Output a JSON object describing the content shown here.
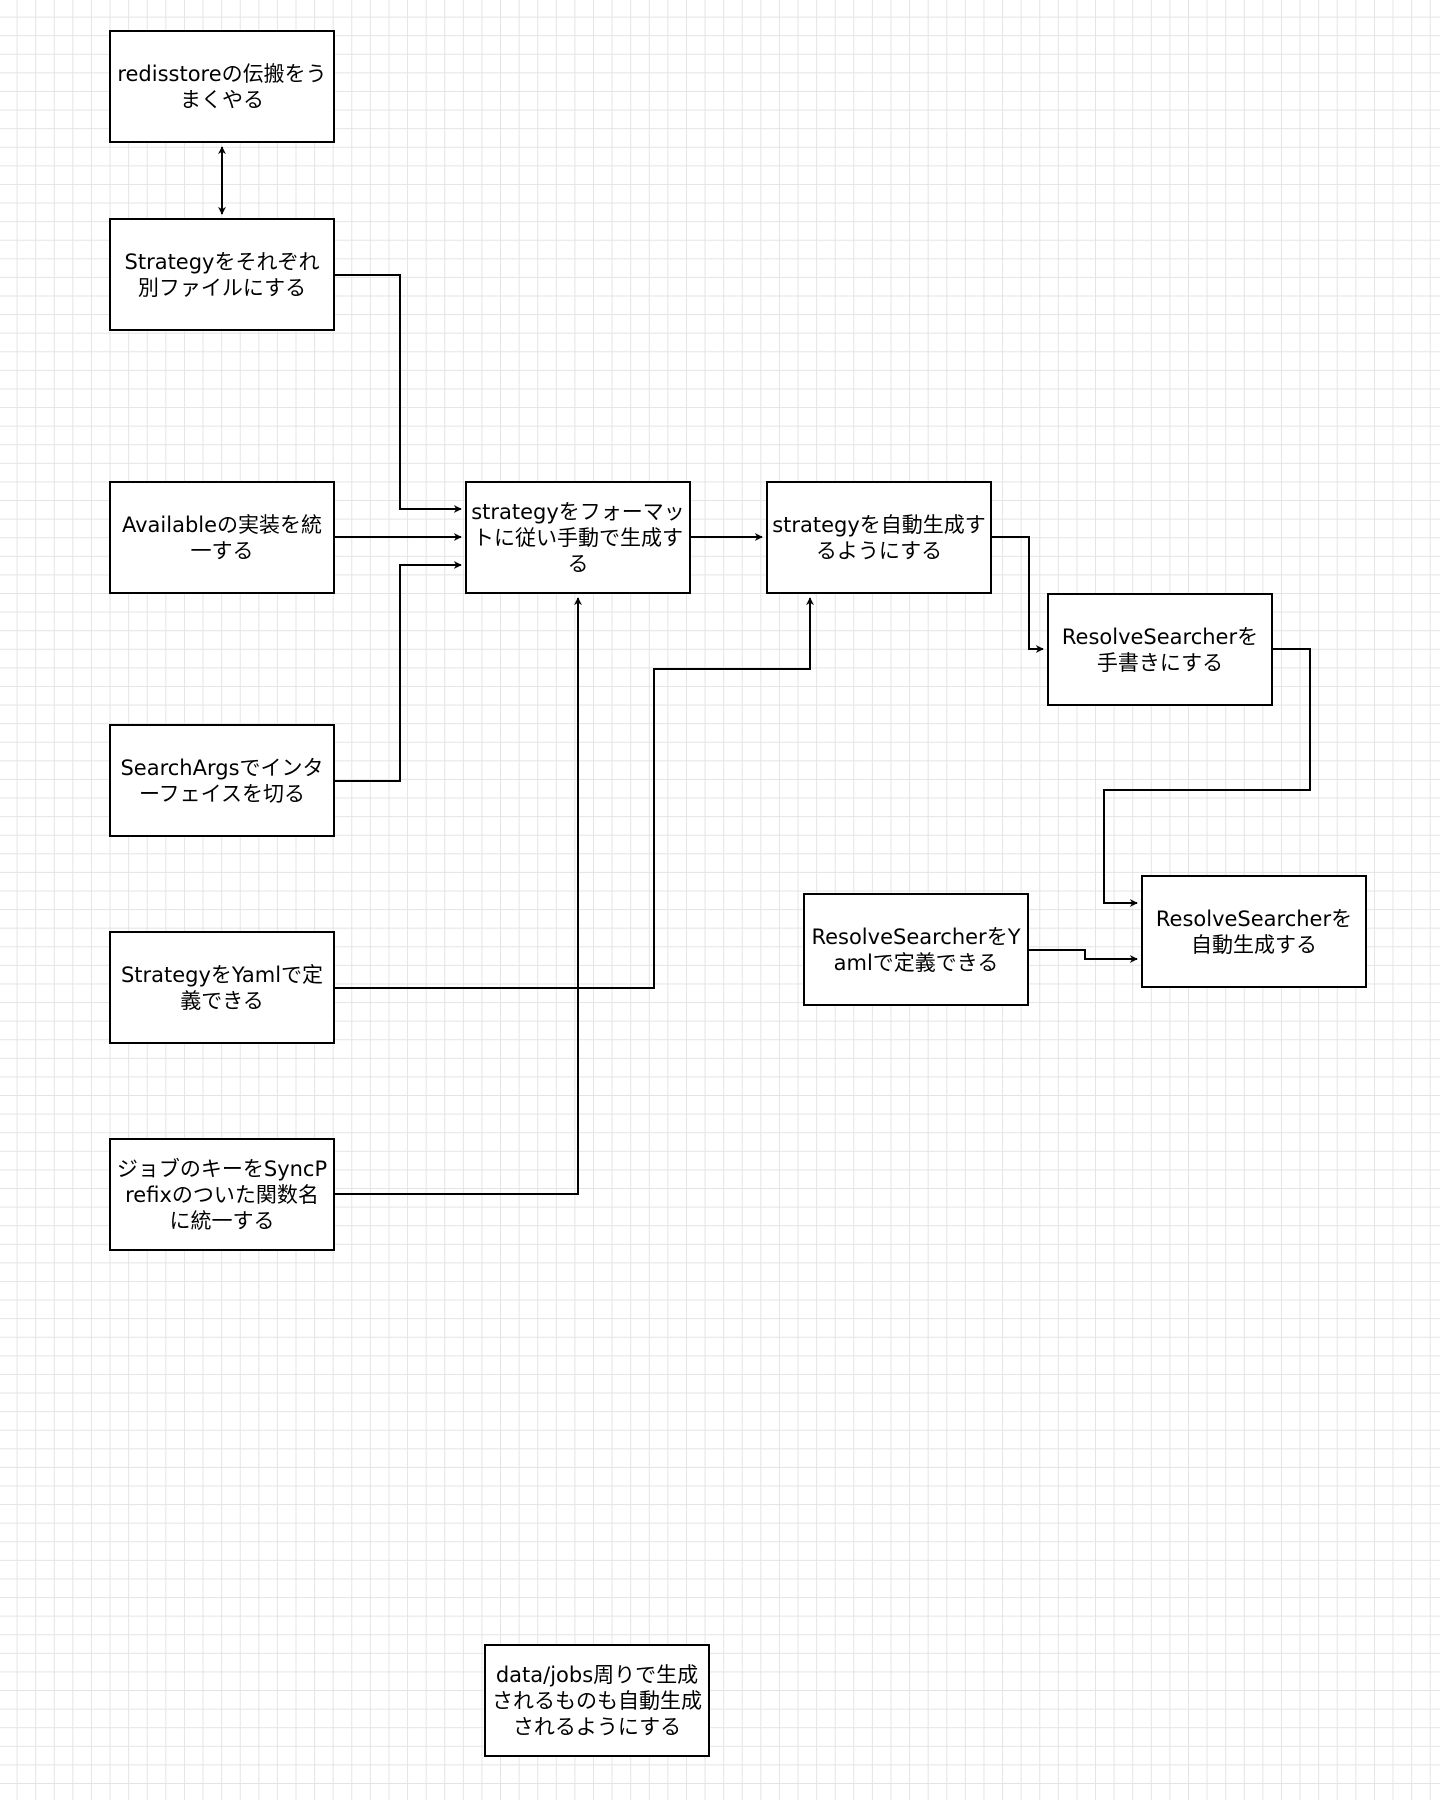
{
  "diagram": {
    "nodes": [
      {
        "id": "n1",
        "label": "redisstoreの伝搬をうまくやる"
      },
      {
        "id": "n2",
        "label": "Strategyをそれぞれ別ファイルにする"
      },
      {
        "id": "n3",
        "label": "Availableの実装を統一する"
      },
      {
        "id": "n4",
        "label": "SearchArgsでインターフェイスを切る"
      },
      {
        "id": "n5",
        "label": "StrategyをYamlで定義できる"
      },
      {
        "id": "n6",
        "label": "ジョブのキーをSyncPrefixのついた関数名に統一する"
      },
      {
        "id": "n7",
        "label": "strategyをフォーマットに従い手動で生成する"
      },
      {
        "id": "n8",
        "label": "strategyを自動生成するようにする"
      },
      {
        "id": "n9",
        "label": "ResolveSearcherを手書きにする"
      },
      {
        "id": "n10",
        "label": "ResolveSearcherをYamlで定義できる"
      },
      {
        "id": "n11",
        "label": "ResolveSearcherを自動生成する"
      },
      {
        "id": "n12",
        "label": "data/jobs周りで生成されるものも自動生成されるようにする"
      }
    ],
    "edges": [
      {
        "from": "n1",
        "to": "n2",
        "bidirectional": true
      },
      {
        "from": "n2",
        "to": "n7"
      },
      {
        "from": "n3",
        "to": "n7"
      },
      {
        "from": "n4",
        "to": "n7"
      },
      {
        "from": "n6",
        "to": "n7"
      },
      {
        "from": "n7",
        "to": "n8"
      },
      {
        "from": "n5",
        "to": "n8"
      },
      {
        "from": "n8",
        "to": "n9"
      },
      {
        "from": "n9",
        "to": "n11"
      },
      {
        "from": "n10",
        "to": "n11"
      }
    ],
    "colors": {
      "stroke": "#000000",
      "fill": "#ffffff",
      "grid": "#e4e4e4"
    }
  }
}
